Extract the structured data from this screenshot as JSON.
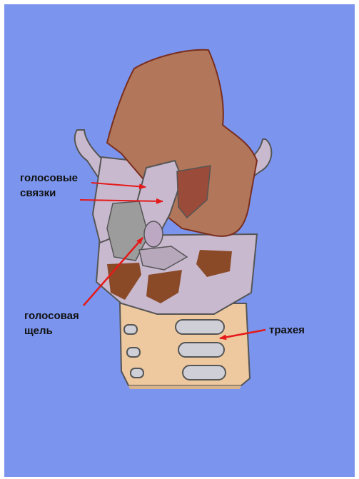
{
  "diagram": {
    "labels": {
      "vocal_cords": [
        "голосовые",
        "связки"
      ],
      "glottis": [
        "голосовая",
        "щель"
      ],
      "trachea": [
        "трахея"
      ]
    },
    "colors": {
      "background": "#7b95ee",
      "thyroid_cartilage": "#b2775a",
      "cartilage_light": "#c9b9cf",
      "arytenoid_dark": "#8a4a28",
      "trachea": "#eec9a0",
      "tracheal_rings": "#cfcfd8",
      "pointer_arrows": "#e51919"
    }
  }
}
